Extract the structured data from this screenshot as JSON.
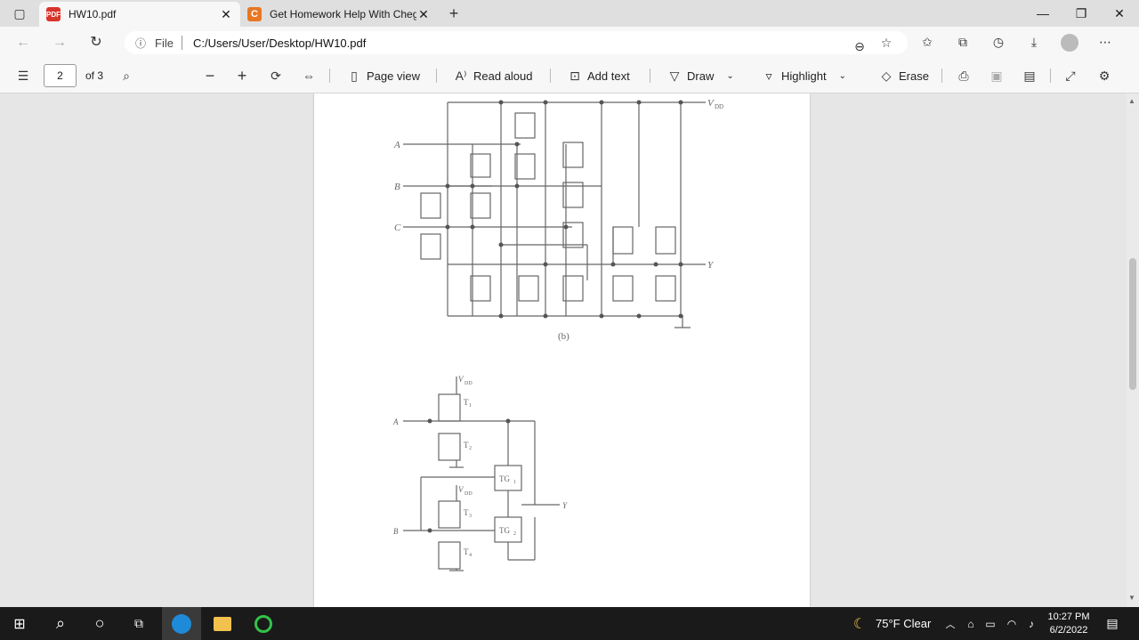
{
  "tabs": [
    {
      "title": "HW10.pdf",
      "favicon": "PDF",
      "active": true
    },
    {
      "title": "Get Homework Help With Chegg",
      "favicon": "C",
      "active": false
    }
  ],
  "address": {
    "scheme": "File",
    "url": "C:/Users/User/Desktop/HW10.pdf"
  },
  "pdf_toolbar": {
    "page_value": "2",
    "page_total": "of 3",
    "page_view": "Page view",
    "read_aloud": "Read aloud",
    "add_text": "Add text",
    "draw": "Draw",
    "highlight": "Highlight",
    "erase": "Erase"
  },
  "diagram": {
    "vdd": "V",
    "vdd_sub": "DD",
    "in_a": "A",
    "in_b": "B",
    "in_c": "C",
    "out_y": "Y",
    "caption": "(b)",
    "t1": "T",
    "t2": "T",
    "t3": "T",
    "t4": "T",
    "s1": "1",
    "s2": "2",
    "s3": "3",
    "s4": "4",
    "tg1": "TG",
    "tg2": "TG"
  },
  "taskbar": {
    "weather": "75°F  Clear",
    "time": "10:27 PM",
    "date": "6/2/2022"
  },
  "colors": {
    "chegg": "#e87722",
    "pdf": "#d9342b",
    "edge": "#1f8bd8",
    "page": "#ffffff"
  }
}
